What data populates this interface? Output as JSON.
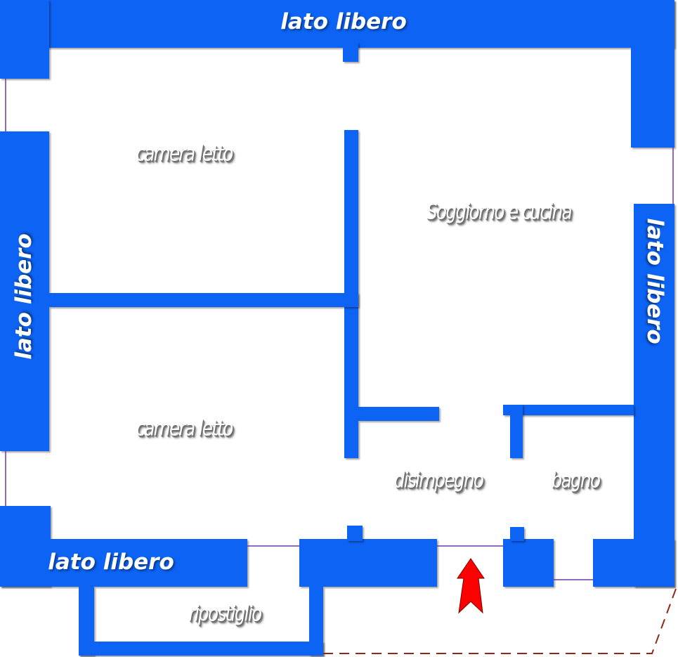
{
  "rooms": {
    "camera_letto_1": "camera letto",
    "camera_letto_2": "camera letto",
    "soggiorno": "Soggiorno e cucina",
    "disimpegno": "disimpegno",
    "bagno": "bagno",
    "ripostiglio": "ripostiglio"
  },
  "sides": {
    "top": "lato libero",
    "left": "lato libero",
    "right": "lato libero",
    "bottom": "lato libero"
  },
  "icons": {
    "entrance": "entrance-arrow-icon"
  },
  "colors": {
    "wall": "#0d63f3",
    "arrow": "#ff0000",
    "line": "#6a3aa0",
    "dashed": "#8b2a1a"
  }
}
